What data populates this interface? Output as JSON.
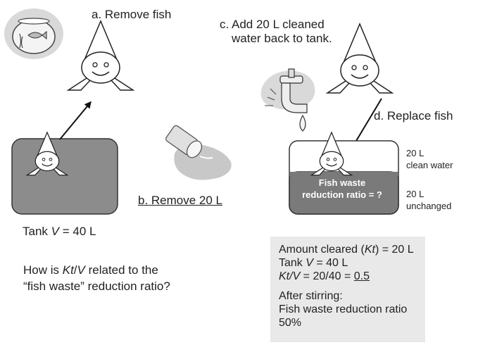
{
  "steps": {
    "a": "a. Remove fish",
    "b": "b. Remove 20 L",
    "c_line1": "c. Add 20 L cleaned",
    "c_line2": "water back to tank.",
    "d": "d. Replace fish"
  },
  "tank_label": {
    "prefix": "Tank ",
    "var": "V",
    "suffix": " = 40 L"
  },
  "right_tank": {
    "top_value": "20 L",
    "top_desc": "clean water",
    "bottom_value": "20 L",
    "bottom_desc": "unchanged",
    "ratio_line1": "Fish waste",
    "ratio_line2": "reduction ratio = ?"
  },
  "question": {
    "line1_prefix": "How is ",
    "line1_var": "Kt",
    "line1_slash": "/",
    "line1_var2": "V",
    "line1_suffix": " related to the",
    "line2": "“fish waste” reduction ratio?"
  },
  "panel": {
    "l1_prefix": "Amount cleared (",
    "l1_var": "Kt",
    "l1_suffix": ") = 20 L",
    "l2_prefix": "Tank ",
    "l2_var": "V",
    "l2_suffix": " =  40 L",
    "l3_var": "Kt/V",
    "l3_mid": " = 20/40 = ",
    "l3_result": "0.5",
    "l4": "After stirring:",
    "l5": "Fish waste reduction ratio",
    "l6": "50%"
  },
  "colors": {
    "water": "#8c8c8c",
    "ratio_box": "#7a7a7a",
    "panel_bg": "#e9e9e9",
    "arrow": "#111111"
  }
}
